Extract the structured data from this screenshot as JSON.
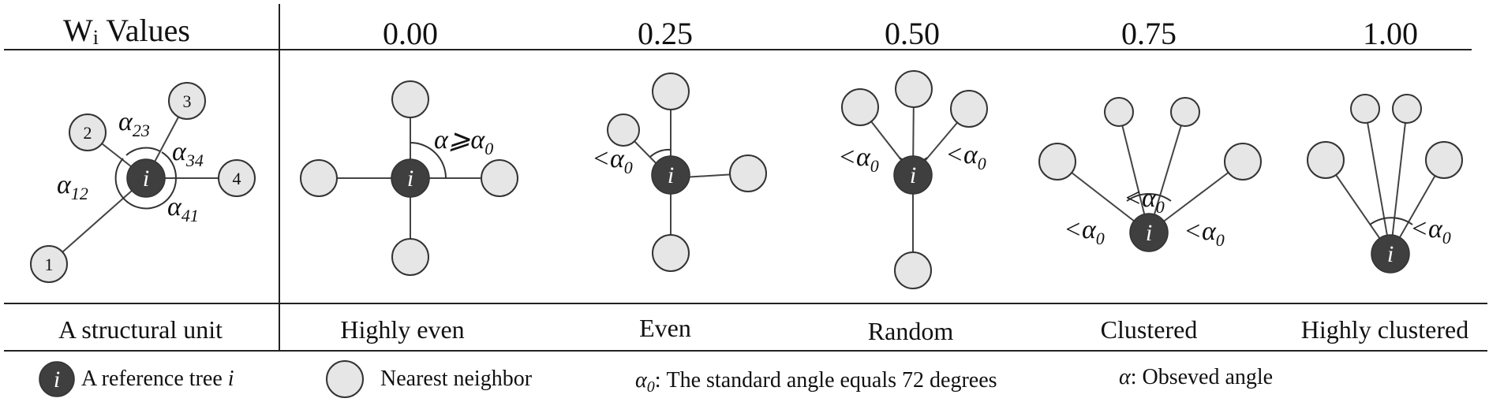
{
  "header": {
    "row_label_main": "W",
    "row_label_sub": "i",
    "row_label_rest": " Values",
    "values": [
      "0.00",
      "0.25",
      "0.50",
      "0.75",
      "1.00"
    ]
  },
  "structural_unit": {
    "ref_label": "i",
    "neighbor_numbers": [
      "1",
      "2",
      "3",
      "4"
    ],
    "angles": {
      "a12": {
        "sym": "α",
        "sub": "12"
      },
      "a23": {
        "sym": "α",
        "sub": "23"
      },
      "a34": {
        "sym": "α",
        "sub": "34"
      },
      "a41": {
        "sym": "α",
        "sub": "41"
      }
    }
  },
  "angle_labels": {
    "ge_sym": "α⩾α",
    "ge_sub": "0",
    "lt_sym": "<α",
    "lt_sub": "0"
  },
  "captions": [
    "A structural unit",
    "Highly even",
    "Even",
    "Random",
    "Clustered",
    "Highly clustered"
  ],
  "legend": {
    "ref_text": "A reference tree ",
    "ref_italic": "i",
    "neighbor_text": "Nearest neighbor",
    "alpha0_sym": "α",
    "alpha0_sub": "0",
    "alpha0_text": ": The standard angle equals 72 degrees",
    "alpha_sym": "α",
    "alpha_text": ": Obseved angle"
  }
}
